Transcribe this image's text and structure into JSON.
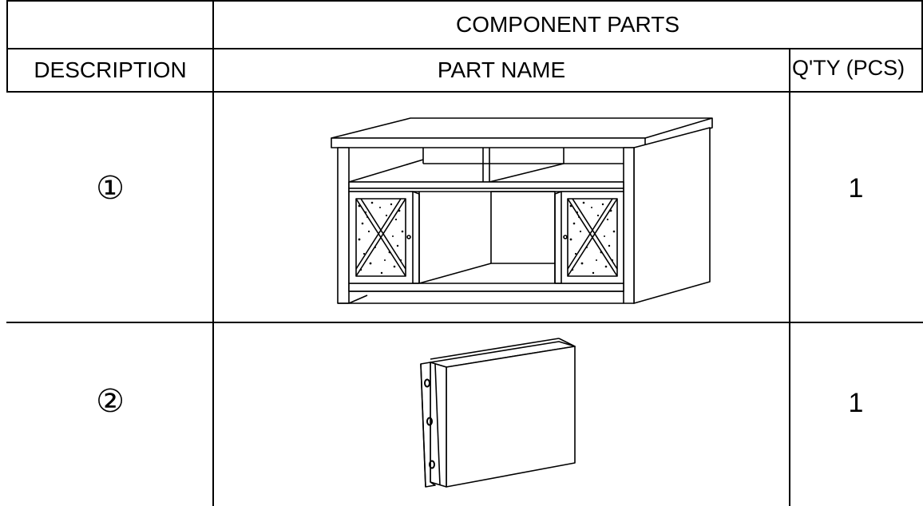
{
  "table": {
    "header_group": "COMPONENT PARTS",
    "columns": {
      "description": "DESCRIPTION",
      "part_name": "PART NAME",
      "quantity": "Q'TY (PCS)"
    },
    "rows": [
      {
        "id": "①",
        "part_icon": "tv-stand-cabinet-drawing",
        "qty": "1"
      },
      {
        "id": "②",
        "part_icon": "fireplace-insert-box-drawing",
        "qty": "1"
      }
    ]
  }
}
